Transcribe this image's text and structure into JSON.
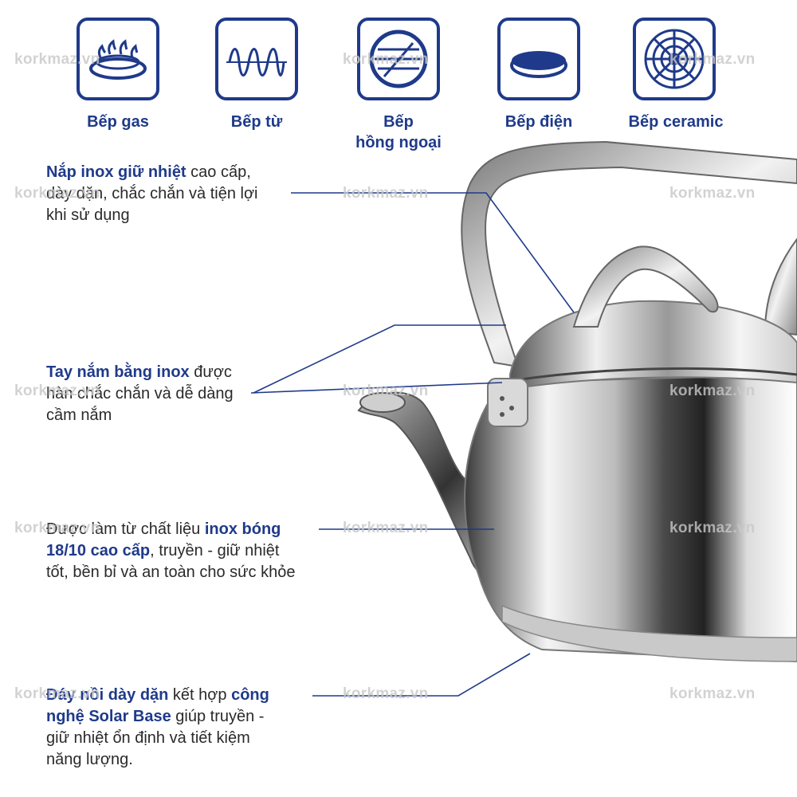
{
  "stoves": [
    {
      "label": "Bếp gas",
      "icon": "gas-burner-icon"
    },
    {
      "label": "Bếp từ",
      "icon": "induction-coil-icon"
    },
    {
      "label": "Bếp hồng ngoại",
      "label_line1": "Bếp",
      "label_line2": "hồng ngoại",
      "icon": "infrared-stove-icon"
    },
    {
      "label": "Bếp điện",
      "icon": "electric-hotplate-icon"
    },
    {
      "label": "Bếp ceramic",
      "icon": "ceramic-stove-icon"
    }
  ],
  "features": {
    "lid": {
      "bold": "Nắp inox giữ nhiệt",
      "line1_rest": " cao cấp,",
      "line2": "dày dặn, chắc chắn và tiện lợi",
      "line3": "khi sử dụng"
    },
    "handle": {
      "bold": "Tay nắm bằng inox",
      "line1_rest": " được",
      "line2": "hàn chắc chắn và dễ dàng",
      "line3": "cầm nắm"
    },
    "material": {
      "line1_pre": "Được làm từ chất liệu ",
      "bold1": "inox bóng",
      "bold2": "18/10 cao cấp",
      "line2_rest": ", truyền - giữ nhiệt",
      "line3": "tốt, bền bỉ và an toàn cho sức khỏe"
    },
    "base": {
      "bold1": "Đáy nồi dày dặn",
      "mid": " kết hợp ",
      "bold2": "công",
      "bold3": "nghệ Solar Base",
      "line2_rest": " giúp truyền -",
      "line3": "giữ nhiệt ổn định và tiết kiệm",
      "line4": "năng lượng."
    }
  },
  "watermark": "korkmaz.vn",
  "colors": {
    "brand_blue": "#1f3a8a",
    "text": "#2a2a2a",
    "watermark": "#c8c8c8"
  }
}
